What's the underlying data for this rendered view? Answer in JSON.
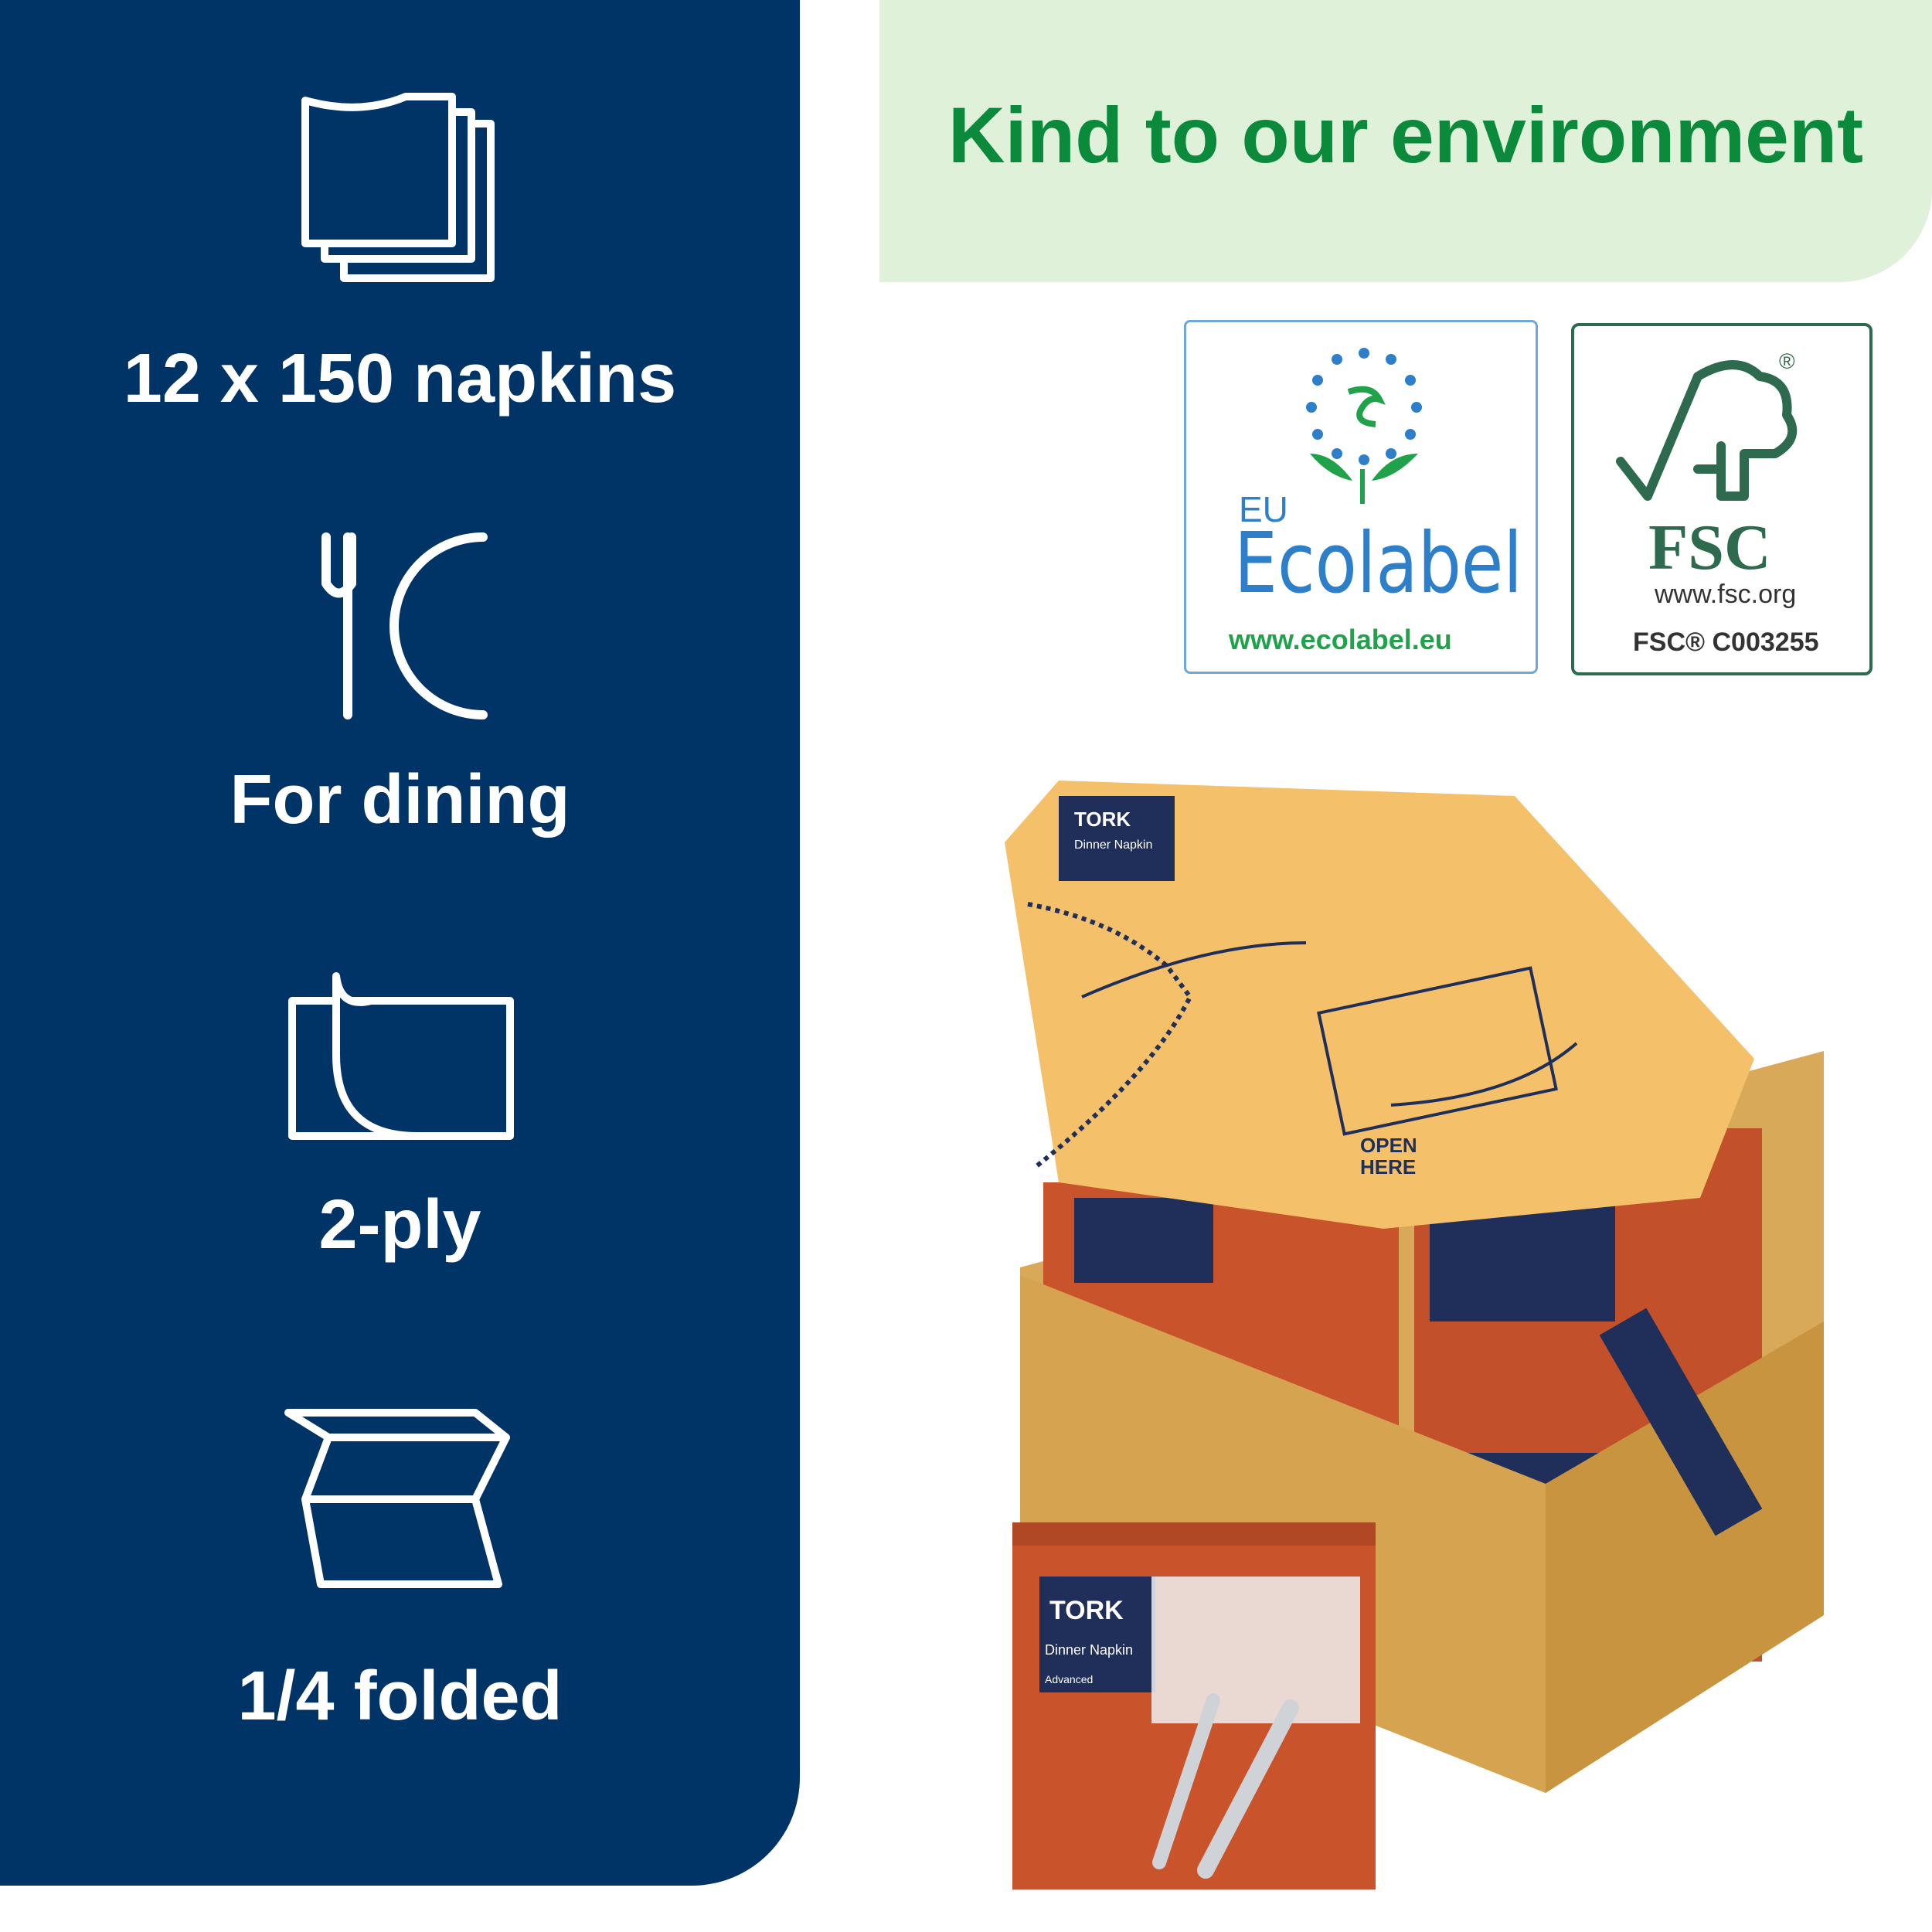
{
  "features": [
    {
      "label": "12 x 150 napkins",
      "icon": "napkin-stack-icon"
    },
    {
      "label": "For dining",
      "icon": "fork-plate-icon"
    },
    {
      "label": "2-ply",
      "icon": "two-ply-icon"
    },
    {
      "label": "1/4 folded",
      "icon": "quarter-fold-icon"
    }
  ],
  "environment": {
    "title": "Kind to our environment"
  },
  "ecolabel": {
    "eu": "EU",
    "name": "Ecolabel",
    "url": "www.ecolabel.eu"
  },
  "fsc": {
    "name": "FSC",
    "url": "www.fsc.org",
    "code": "FSC® C003255",
    "registered": "®"
  },
  "product": {
    "brand": "TORK",
    "name": "Dinner Napkin",
    "tier": "Advanced",
    "open_text": "OPEN HERE"
  },
  "colors": {
    "navy": "#003366",
    "green_bg": "#dff1d9",
    "green_text": "#0a8a3a",
    "box": "#dcb160",
    "napkin": "#c9532a"
  }
}
